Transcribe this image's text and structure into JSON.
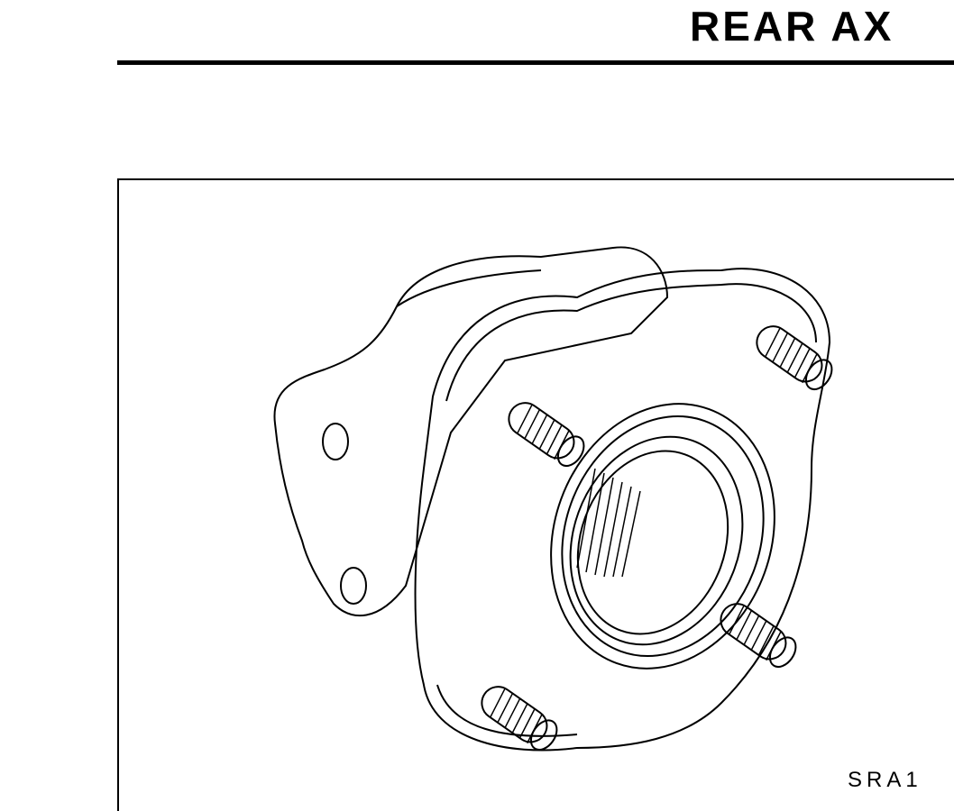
{
  "header": {
    "title": "REAR AX"
  },
  "figure": {
    "caption": "SRA1",
    "subject": "wheel-hub-bearing-assembly-illustration"
  }
}
